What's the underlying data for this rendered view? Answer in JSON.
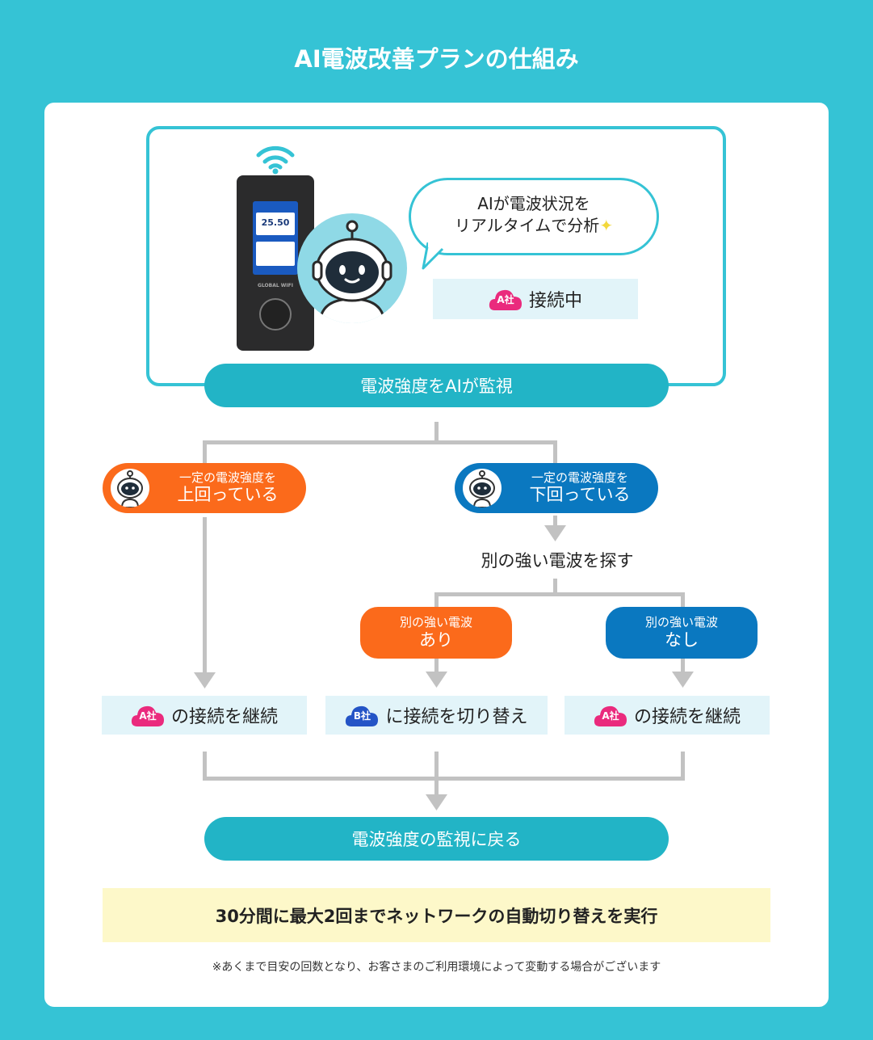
{
  "title": "AI電波改善プランの仕組み",
  "bubble": {
    "line1": "AIが電波状況を",
    "line2": "リアルタイムで分析"
  },
  "current": {
    "badge": "A社",
    "text": "接続中"
  },
  "device": {
    "brand": "GLOBAL WIFI",
    "screen_value": "25.50"
  },
  "monitor_label": "電波強度をAIが監視",
  "above": {
    "line1": "一定の電波強度を",
    "line2": "上回っている"
  },
  "below": {
    "line1": "一定の電波強度を",
    "line2": "下回っている"
  },
  "search_label": "別の強い電波を探す",
  "found": {
    "line1": "別の強い電波",
    "line2": "あり"
  },
  "notfound": {
    "line1": "別の強い電波",
    "line2": "なし"
  },
  "result_left": {
    "badge": "A社",
    "text": "の接続を継続"
  },
  "result_mid": {
    "badge": "B社",
    "text": "に接続を切り替え"
  },
  "result_right": {
    "badge": "A社",
    "text": "の接続を継続"
  },
  "return_label": "電波強度の監視に戻る",
  "note": "30分間に最大2回までネットワークの自動切り替えを実行",
  "footnote": "※あくまで目安の回数となり、お客さまのご利用環境によって変動する場合がございます",
  "colors": {
    "background": "#35c3d5",
    "teal": "#22b4c6",
    "orange": "#fb6a1b",
    "blue": "#0a78c0",
    "badge_a": "#ea2a7d",
    "badge_b": "#2454c6"
  }
}
